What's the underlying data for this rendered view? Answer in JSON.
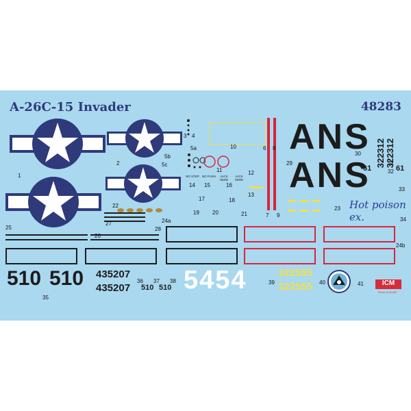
{
  "header": {
    "title": "A-26C-15 Invader",
    "kit_number": "48283"
  },
  "colors": {
    "background": "#a9d8ef",
    "roundel_blue": "#2e3a7a",
    "stripe_red": "#d3283c",
    "stencil_black": "#1c1c1c",
    "yellow": "#f1e04a"
  },
  "letters": {
    "code_1": "ANS",
    "code_2": "ANS"
  },
  "serials": {
    "s30_a": "322312",
    "s30_b": "322312",
    "s36_a": "435207",
    "s36_b": "435207",
    "yellow_a": "322555",
    "yellow_b": "322555",
    "big_white": "5454",
    "tail_a": "510",
    "tail_b": "510",
    "small_a": "510",
    "small_b": "510",
    "s61_a": "61",
    "s61_b": "61"
  },
  "stencils": {
    "no_step": "NO STEP",
    "no_push": "NO PUSH",
    "jack_here_a": "JACK\nHERE",
    "jack_here_b": "JACK\nHERE"
  },
  "nose_art": "Hot poison ex.",
  "manufacturer": {
    "logo": "ICM",
    "tagline": "Time to build"
  },
  "labels": {
    "n1": "1",
    "n2": "2",
    "n3": "3",
    "n4": "4",
    "n5a": "5a",
    "n5b": "5b",
    "n5c": "5c",
    "n6": "6",
    "n7": "7",
    "n8": "8",
    "n9": "9",
    "n10": "10",
    "n11": "11",
    "n12": "12",
    "n13": "13",
    "n14": "14",
    "n15": "15",
    "n16": "16",
    "n17": "17",
    "n18": "18",
    "n19": "19",
    "n20": "20",
    "n21": "21",
    "n22": "22",
    "n23": "23",
    "n24a": "24a",
    "n24b": "24b",
    "n25": "25",
    "n26": "26",
    "n27": "27",
    "n28": "28",
    "n29": "29",
    "n30": "30",
    "n31": "31",
    "n32": "32",
    "n33": "33",
    "n34": "34",
    "n35": "35",
    "n36": "36",
    "n37": "37",
    "n38": "38",
    "n39": "39",
    "n40": "40",
    "n41": "41"
  }
}
